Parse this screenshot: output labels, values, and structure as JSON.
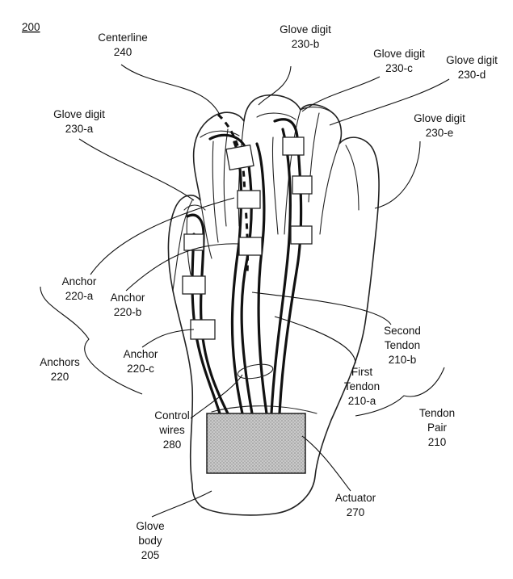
{
  "figure_number": "200",
  "labels": {
    "centerline": [
      "Centerline",
      "240"
    ],
    "glove_digit_a": [
      "Glove digit",
      "230-a"
    ],
    "glove_digit_b": [
      "Glove digit",
      "230-b"
    ],
    "glove_digit_c": [
      "Glove digit",
      "230-c"
    ],
    "glove_digit_d": [
      "Glove digit",
      "230-d"
    ],
    "glove_digit_e": [
      "Glove digit",
      "230-e"
    ],
    "anchor_a": [
      "Anchor",
      "220-a"
    ],
    "anchor_b": [
      "Anchor",
      "220-b"
    ],
    "anchor_c": [
      "Anchor",
      "220-c"
    ],
    "anchors": [
      "Anchors",
      "220"
    ],
    "second_tendon": [
      "Second",
      "Tendon",
      "210-b"
    ],
    "first_tendon": [
      "First",
      "Tendon",
      "210-a"
    ],
    "tendon_pair": [
      "Tendon",
      "Pair",
      "210"
    ],
    "control_wires": [
      "Control",
      "wires",
      "280"
    ],
    "actuator": [
      "Actuator",
      "270"
    ],
    "glove_body": [
      "Glove",
      "body",
      "205"
    ]
  }
}
